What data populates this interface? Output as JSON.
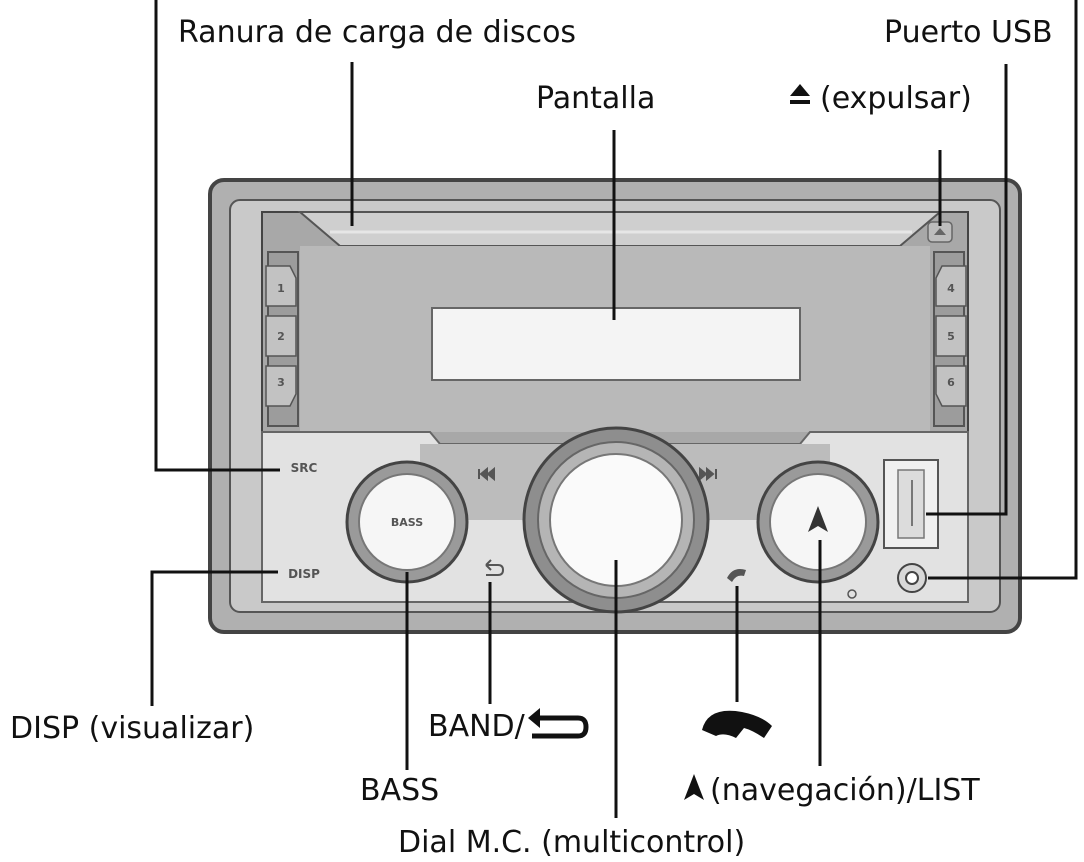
{
  "labels": {
    "disc_slot": "Ranura de carga de discos",
    "usb_port": "Puerto USB",
    "display": "Pantalla",
    "eject": "(expulsar)",
    "disp": "DISP (visualizar)",
    "band": "BAND/",
    "bass": "BASS",
    "nav_list": "(navegación)/LIST",
    "dial": "Dial M.C. (multicontrol)"
  },
  "unit": {
    "presets_left": [
      "1",
      "2",
      "3"
    ],
    "presets_right": [
      "4",
      "5",
      "6"
    ],
    "src_label": "SRC",
    "disp_label": "DISP",
    "bass_label": "BASS"
  },
  "colors": {
    "bezel": "#9a9a9a",
    "frame": "#b3b3b3",
    "face": "#c8c8c8",
    "screen": "#f2f2f2",
    "line": "#111111"
  },
  "icons": [
    "eject-icon",
    "back-arrow-icon",
    "phone-icon",
    "up-arrow-icon",
    "prev-track-icon",
    "next-track-icon",
    "aux-jack-icon",
    "usb-icon"
  ]
}
